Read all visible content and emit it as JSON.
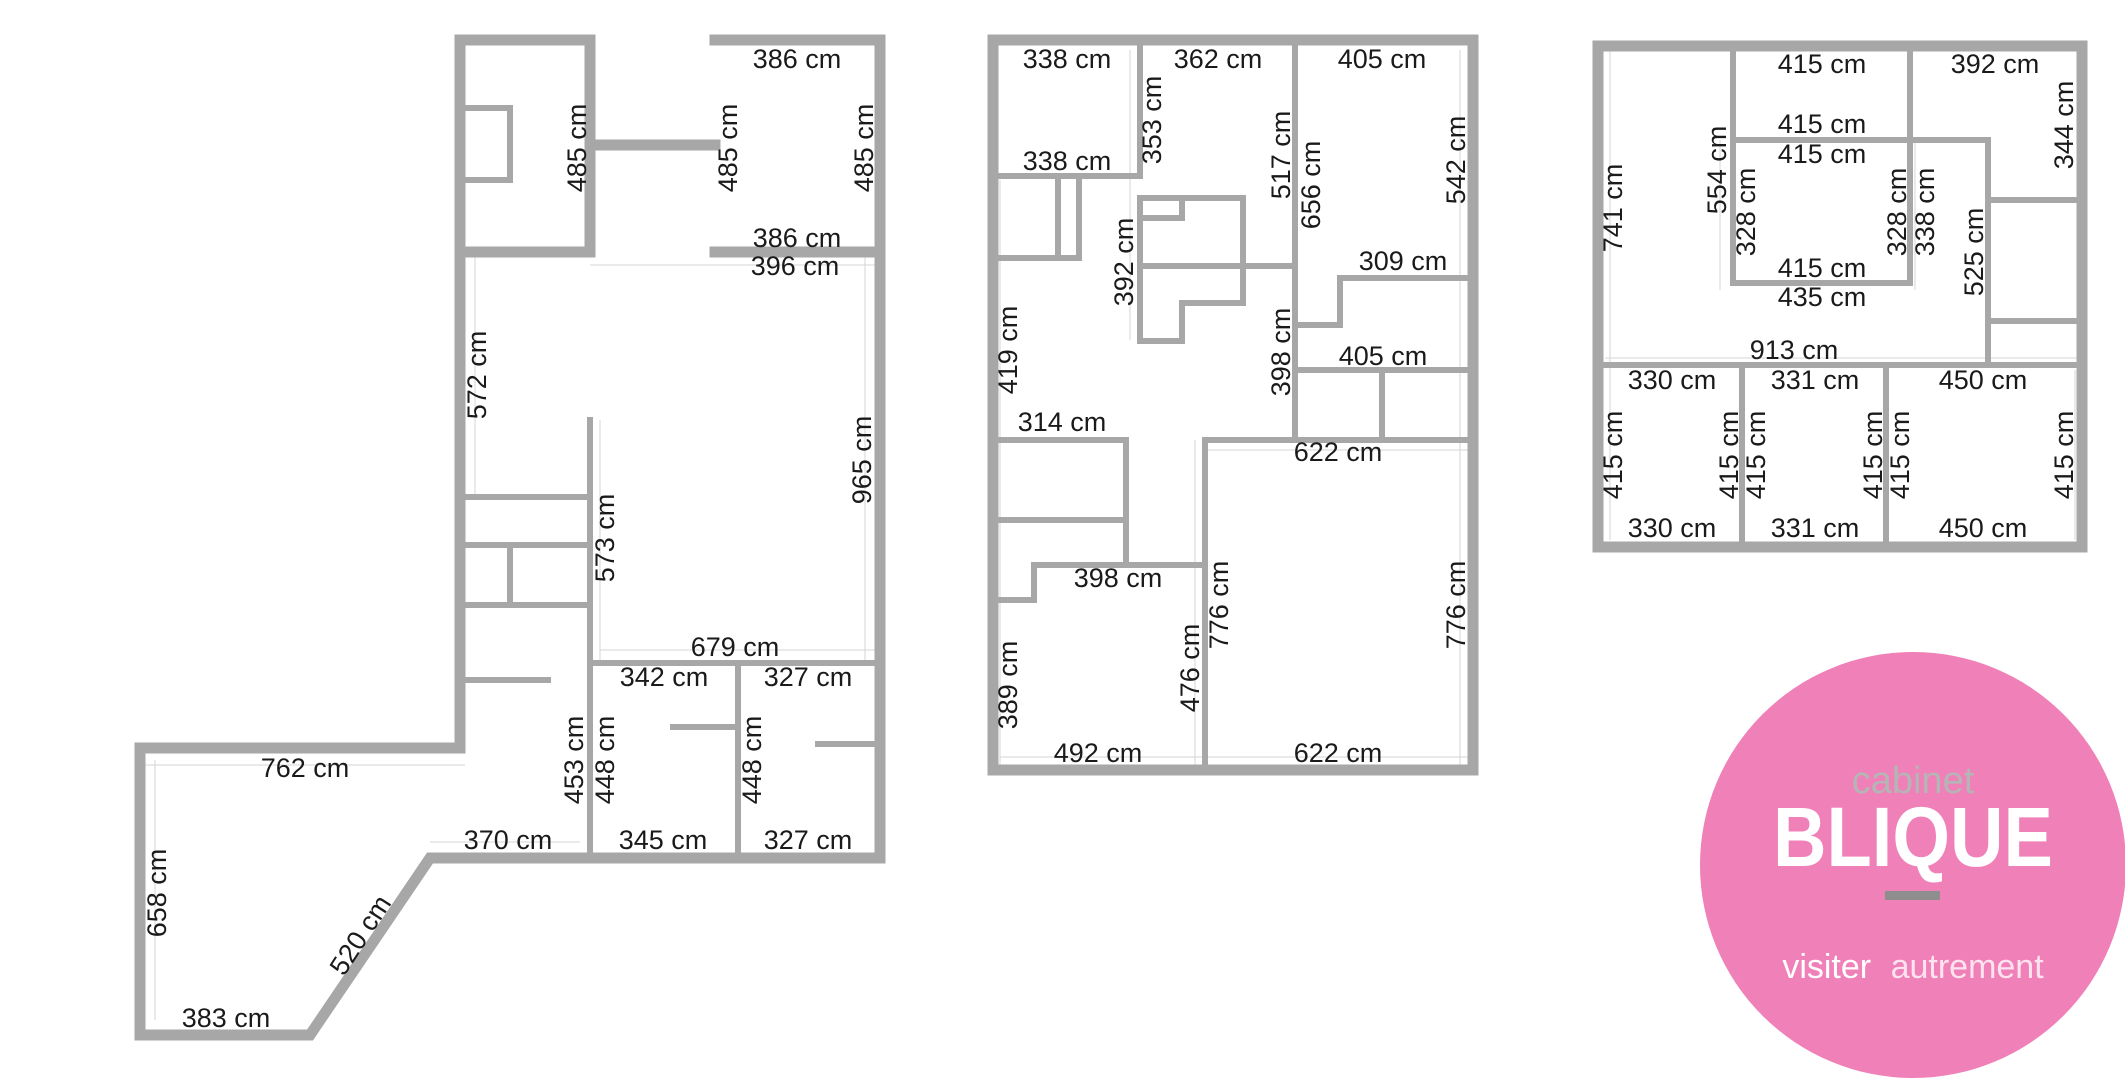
{
  "plan1": {
    "dims": [
      "386 cm",
      "485 cm",
      "485 cm",
      "485 cm",
      "386 cm",
      "396 cm",
      "572 cm",
      "965 cm",
      "573 cm",
      "679 cm",
      "342 cm",
      "327 cm",
      "453 cm",
      "448 cm",
      "448 cm",
      "762 cm",
      "370 cm",
      "345 cm",
      "327 cm",
      "658 cm",
      "520 cm",
      "383 cm"
    ]
  },
  "plan2": {
    "dims": [
      "338 cm",
      "362 cm",
      "405 cm",
      "353 cm",
      "338 cm",
      "517 cm",
      "656 cm",
      "542 cm",
      "392 cm",
      "309 cm",
      "419 cm",
      "398 cm",
      "405 cm",
      "314 cm",
      "622 cm",
      "398 cm",
      "776 cm",
      "776 cm",
      "476 cm",
      "389 cm",
      "492 cm",
      "622 cm"
    ]
  },
  "plan3": {
    "dims": [
      "415 cm",
      "392 cm",
      "415 cm",
      "415 cm",
      "554 cm",
      "344 cm",
      "741 cm",
      "328 cm",
      "328 cm",
      "338 cm",
      "415 cm",
      "435 cm",
      "525 cm",
      "913 cm",
      "330 cm",
      "331 cm",
      "450 cm",
      "415 cm",
      "415 cm",
      "415 cm",
      "415 cm",
      "415 cm",
      "415 cm",
      "330 cm",
      "331 cm",
      "450 cm"
    ]
  },
  "logo": {
    "cabinet": "cabinet",
    "brand": "BLIQUE",
    "tagline_bold": "visiter",
    "tagline_light": "autrement",
    "color_circle": "#f080b8",
    "color_tag_light": "#fde3ef"
  }
}
